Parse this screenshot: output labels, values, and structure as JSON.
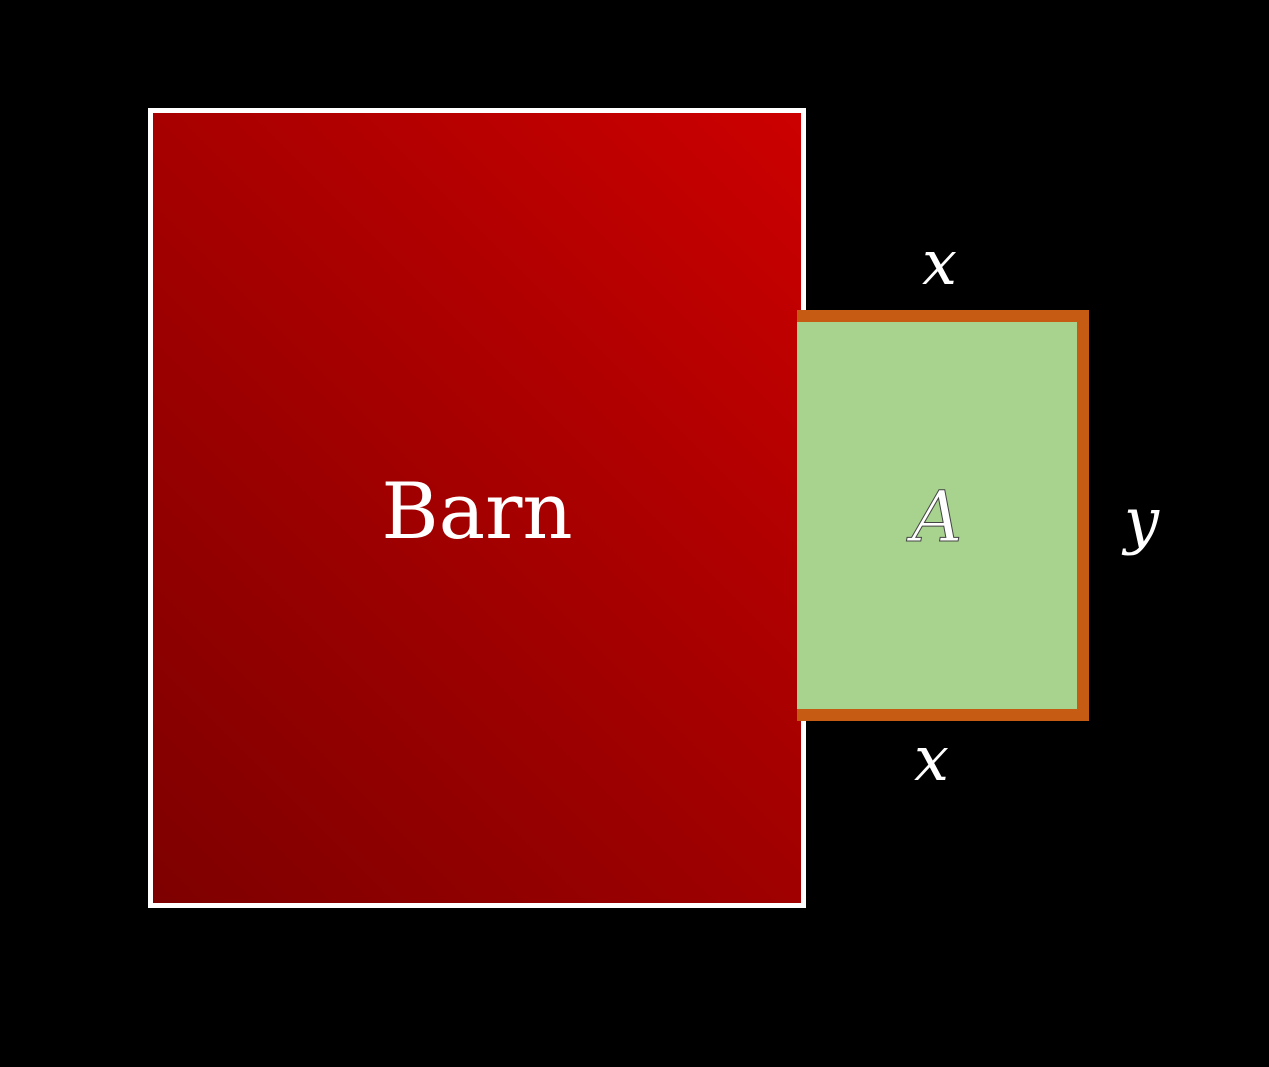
{
  "diagram": {
    "barn": {
      "label": "Barn",
      "fill_from": "#7e0000",
      "fill_to": "#cc0000",
      "border_color": "#ffffff"
    },
    "pen": {
      "label": "A",
      "fill_color": "#a8d38e",
      "fence_color": "#c65b14"
    },
    "labels": {
      "top_side": "x",
      "bottom_side": "x",
      "right_side": "y"
    }
  }
}
